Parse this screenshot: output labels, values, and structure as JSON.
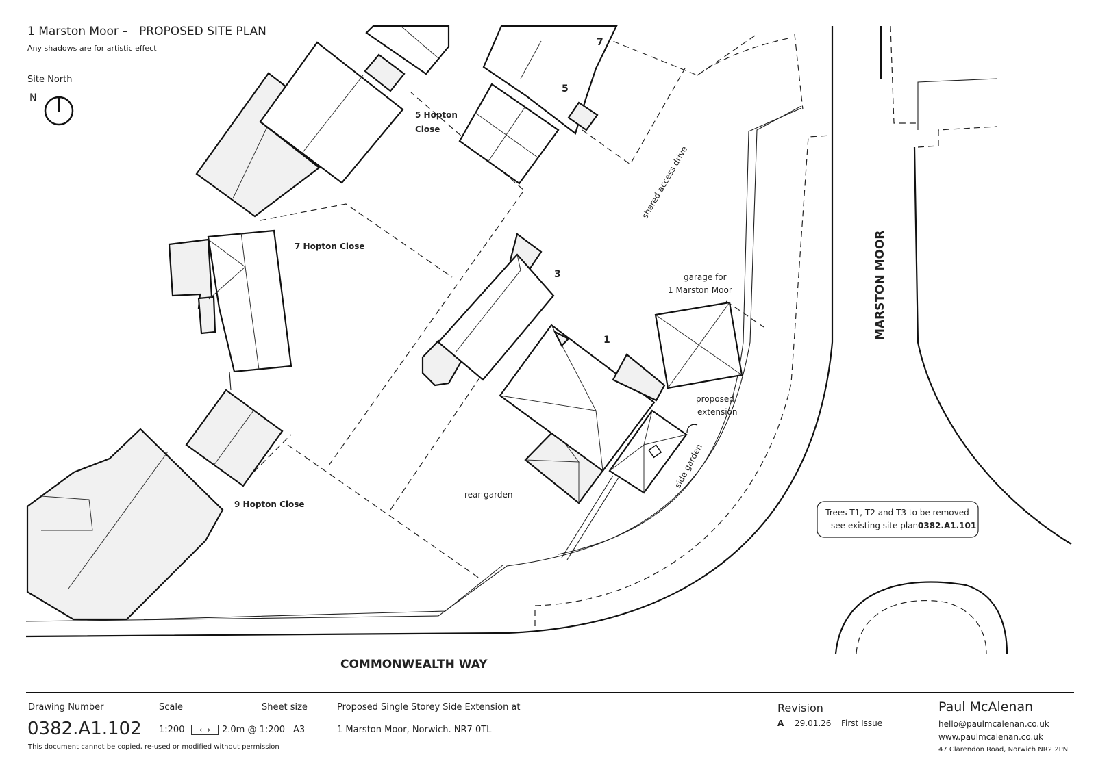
{
  "header": {
    "title_prefix": "1 Marston Moor –",
    "title": "PROPOSED SITE PLAN",
    "subtitle": "Any shadows are for artistic effect",
    "north_label": "Site North",
    "north_letter": "N"
  },
  "plan_labels": {
    "hopton5": "5 Hopton",
    "hopton5b": "Close",
    "hopton7": "7 Hopton Close",
    "hopton9": "9 Hopton Close",
    "num7": "7",
    "num5": "5",
    "num3": "3",
    "num1": "1",
    "shared_drive": "shared access drive",
    "garage1": "garage for",
    "garage2": "1 Marston Moor",
    "ext1": "proposed",
    "ext2": "extension",
    "side_garden": "side garden",
    "rear_garden": "rear garden",
    "road_marston": "MARSTON MOOR",
    "road_commonwealth": "COMMONWEALTH WAY",
    "note_line1": "Trees T1, T2 and T3 to be removed",
    "note_line2": "see existing site plan",
    "note_ref": "0382.A1.101"
  },
  "title_block": {
    "drawing_number_label": "Drawing Number",
    "drawing_number": "0382.A1.102",
    "scale_label": "Scale",
    "scale": "1:200",
    "scale_bar": "2.0m @ 1:200",
    "sheet_size_label": "Sheet size",
    "sheet_size": "A3",
    "project_line1": "Proposed Single Storey Side Extension at",
    "project_line2": "1 Marston Moor, Norwich. NR7 0TL",
    "copyright": "This document cannot be copied, re-used or modified without permission",
    "revision_label": "Revision",
    "revision": {
      "code": "A",
      "date": "29.01.26",
      "desc": "First Issue"
    },
    "author": "Paul McAlenan",
    "email": "hello@paulmcalenan.co.uk",
    "website": "www.paulmcalenan.co.uk",
    "address": "47 Clarendon Road, Norwich NR2 2PN"
  }
}
